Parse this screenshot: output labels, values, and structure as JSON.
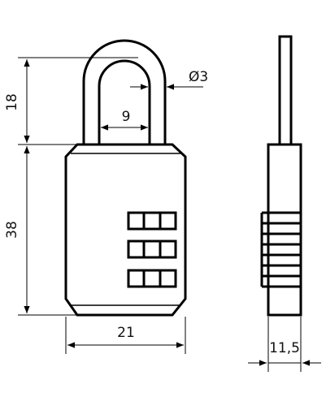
{
  "diagram": {
    "subject": "combination padlock technical drawing",
    "dimensions": {
      "shackle_height": "18",
      "body_height": "38",
      "shackle_inner_width": "9",
      "shackle_diameter": "Ø3",
      "body_width": "21",
      "body_thickness": "11,5"
    },
    "combination_rows": 3,
    "digits_per_row": 3
  }
}
